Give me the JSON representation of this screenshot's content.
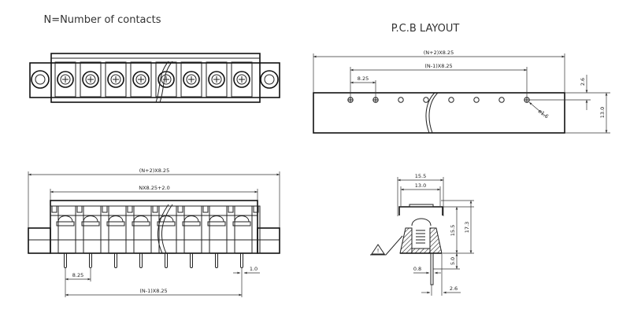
{
  "titles": {
    "top_view": "N=Number of contacts",
    "pcb": "P.C.B LAYOUT"
  },
  "pcb_layout": {
    "overall": "(N+2)X8.25",
    "span": "(N-1)X8.25",
    "pitch": "8.25",
    "edge_offset": "2.6",
    "height": "13.0",
    "hole": "ø1.6",
    "hole_count": 8
  },
  "front_view": {
    "overall": "(N+2)X8.25",
    "body": "NX8.25+2.0",
    "pitch": "8.25",
    "span": "(N-1)X8.25",
    "pin_width": "1.0",
    "positions": 8
  },
  "side_view": {
    "width_outer": "15.5",
    "width_inner": "13.0",
    "height_body": "15.5",
    "height_total": "17.3",
    "pin_length": "5.0",
    "pin_thickness": "0.8",
    "pin_offset": "2.6",
    "warning_symbol": "!"
  }
}
